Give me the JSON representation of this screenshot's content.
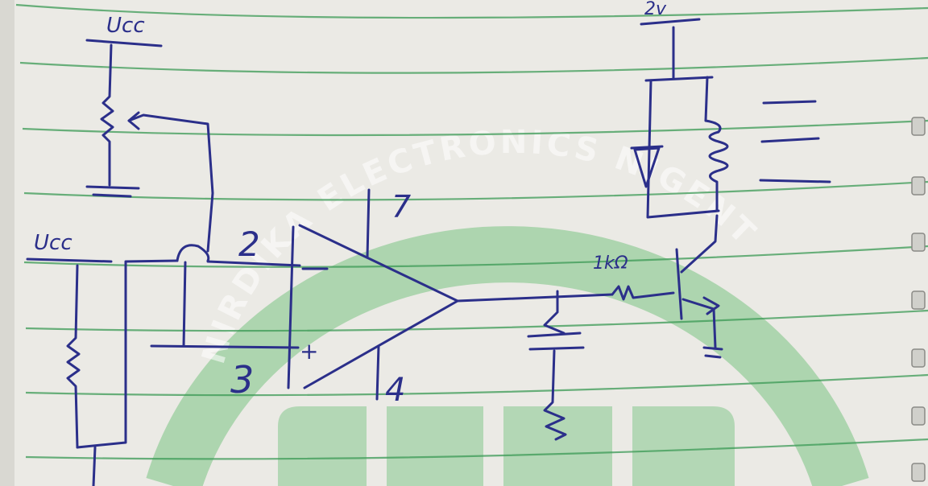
{
  "watermark": {
    "text": "NIRDIKA ELECTRONICS NIGENT",
    "color": "#6fc07a"
  },
  "labels": {
    "vcc_top": "Ucc",
    "vcc_left": "Ucc",
    "pin2": "2",
    "pin3": "3",
    "pin7": "7",
    "pin4": "4",
    "plus": "+",
    "resistor_value": "1kΩ",
    "supply_top": "2v"
  },
  "colors": {
    "ink": "#2b2f8a",
    "paper": "#e9e8e3",
    "ruling": "#3b9a55",
    "watermark": "#6fc07a"
  }
}
